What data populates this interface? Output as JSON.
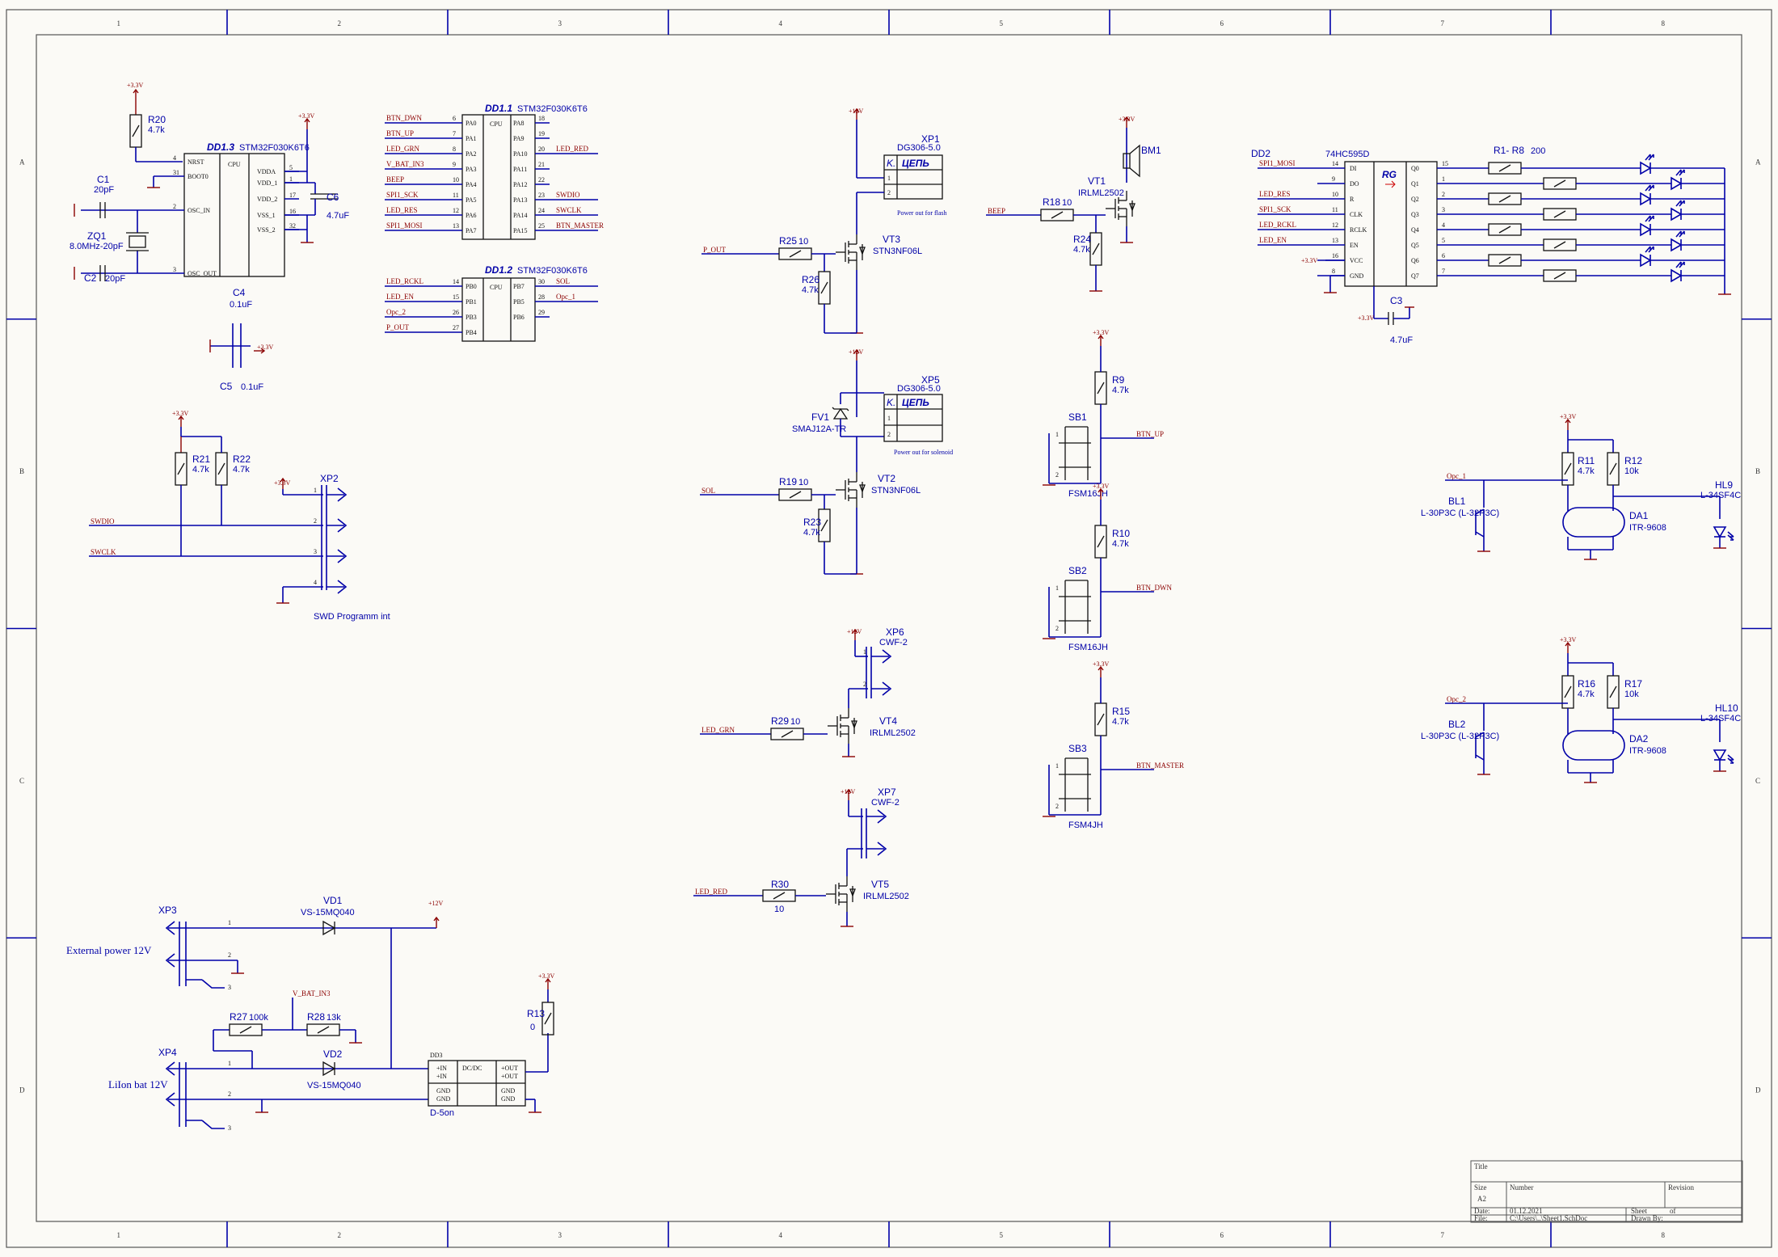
{
  "frame": {
    "columns": [
      "1",
      "2",
      "3",
      "4",
      "5",
      "6",
      "7",
      "8"
    ],
    "rows": [
      "A",
      "B",
      "C",
      "D"
    ]
  },
  "power_labels": {
    "p33": "+3.3V",
    "p12": "+12V"
  },
  "mcu": {
    "dd13": {
      "ref": "DD1.3",
      "part": "STM32F030K6T6",
      "core": "CPU",
      "left_pins": [
        {
          "num": "4",
          "name": "NRST"
        },
        {
          "num": "31",
          "name": "BOOT0"
        },
        {
          "num": "2",
          "name": "OSC_IN"
        },
        {
          "num": "3",
          "name": "OSC_OUT"
        }
      ],
      "right_pins": [
        {
          "num": "5",
          "name": "VDDA"
        },
        {
          "num": "1",
          "name": "VDD_1"
        },
        {
          "num": "17",
          "name": "VDD_2"
        },
        {
          "num": "16",
          "name": "VSS_1"
        },
        {
          "num": "32",
          "name": "VSS_2"
        }
      ]
    },
    "dd11": {
      "ref": "DD1.1",
      "part": "STM32F030K6T6",
      "core": "CPU",
      "left": [
        {
          "net": "BTN_DWN",
          "num": "6",
          "pin": "PA0"
        },
        {
          "net": "BTN_UP",
          "num": "7",
          "pin": "PA1"
        },
        {
          "net": "LED_GRN",
          "num": "8",
          "pin": "PA2"
        },
        {
          "net": "V_BAT_IN3",
          "num": "9",
          "pin": "PA3"
        },
        {
          "net": "BEEP",
          "num": "10",
          "pin": "PA4"
        },
        {
          "net": "SPI1_SCK",
          "num": "11",
          "pin": "PA5"
        },
        {
          "net": "LED_RES",
          "num": "12",
          "pin": "PA6"
        },
        {
          "net": "SPI1_MOSI",
          "num": "13",
          "pin": "PA7"
        }
      ],
      "right": [
        {
          "pin": "PA8",
          "num": "18",
          "net": ""
        },
        {
          "pin": "PA9",
          "num": "19",
          "net": ""
        },
        {
          "pin": "PA10",
          "num": "20",
          "net": "LED_RED"
        },
        {
          "pin": "PA11",
          "num": "21",
          "net": ""
        },
        {
          "pin": "PA12",
          "num": "22",
          "net": ""
        },
        {
          "pin": "PA13",
          "num": "23",
          "net": "SWDIO"
        },
        {
          "pin": "PA14",
          "num": "24",
          "net": "SWCLK"
        },
        {
          "pin": "PA15",
          "num": "25",
          "net": "BTN_MASTER"
        }
      ]
    },
    "dd12": {
      "ref": "DD1.2",
      "part": "STM32F030K6T6",
      "core": "CPU",
      "left": [
        {
          "net": "LED_RCKL",
          "num": "14",
          "pin": "PB0"
        },
        {
          "net": "LED_EN",
          "num": "15",
          "pin": "PB1"
        },
        {
          "net": "Opc_2",
          "num": "26",
          "pin": "PB3"
        },
        {
          "net": "P_OUT",
          "num": "27",
          "pin": "PB4"
        }
      ],
      "right": [
        {
          "pin": "PB7",
          "num": "30",
          "net": "SOL"
        },
        {
          "pin": "PB5",
          "num": "28",
          "net": "Opc_1"
        },
        {
          "pin": "PB6",
          "num": "29",
          "net": ""
        }
      ]
    }
  },
  "passives": {
    "r20": {
      "ref": "R20",
      "val": "4.7k"
    },
    "c1": {
      "ref": "C1",
      "val": "20pF"
    },
    "zq1": {
      "ref": "ZQ1",
      "val": "8.0MHz-20pF"
    },
    "c2": {
      "ref": "C2",
      "val": "20pF"
    },
    "c6": {
      "ref": "C6",
      "val": "4.7uF"
    },
    "c4": {
      "ref": "C4",
      "val": "0.1uF"
    },
    "c5": {
      "ref": "C5",
      "val": "0.1uF"
    },
    "r21": {
      "ref": "R21",
      "val": "4.7k"
    },
    "r22": {
      "ref": "R22",
      "val": "4.7k"
    },
    "r25": {
      "ref": "R25",
      "val": "10"
    },
    "r26": {
      "ref": "R26",
      "val": "4.7k"
    },
    "r19": {
      "ref": "R19",
      "val": "10"
    },
    "r23": {
      "ref": "R23",
      "val": "4.7k"
    },
    "r29": {
      "ref": "R29",
      "val": "10"
    },
    "r30": {
      "ref": "R30",
      "val": "10"
    },
    "r18": {
      "ref": "R18",
      "val": "10"
    },
    "r24": {
      "ref": "R24",
      "val": "4.7k"
    },
    "r9": {
      "ref": "R9",
      "val": "4.7k"
    },
    "r10": {
      "ref": "R10",
      "val": "4.7k"
    },
    "r15": {
      "ref": "R15",
      "val": "4.7k"
    },
    "r1r8": {
      "ref": "R1- R8",
      "val": "200"
    },
    "c3": {
      "ref": "C3",
      "val": "4.7uF"
    },
    "r11": {
      "ref": "R11",
      "val": "4.7k"
    },
    "r12": {
      "ref": "R12",
      "val": "10k"
    },
    "r16": {
      "ref": "R16",
      "val": "4.7k"
    },
    "r17": {
      "ref": "R17",
      "val": "10k"
    },
    "r27": {
      "ref": "R27",
      "val": "100k"
    },
    "r28": {
      "ref": "R28",
      "val": "13k"
    },
    "r13": {
      "ref": "R13",
      "val": "0"
    }
  },
  "connectors": {
    "xp2": {
      "ref": "XP2",
      "caption": "SWD Programm int",
      "nets": [
        "SWDIO",
        "SWCLK"
      ]
    },
    "xp1": {
      "ref": "XP1",
      "part": "DG306-5.0",
      "hdr_k": "K.",
      "hdr_c": "ЦЕПЬ",
      "note": "Power out for flash"
    },
    "xp5": {
      "ref": "XP5",
      "part": "DG306-5.0",
      "hdr_k": "K.",
      "hdr_c": "ЦЕПЬ",
      "note": "Power out for solenoid"
    },
    "xp6": {
      "ref": "XP6",
      "part": "CWF-2"
    },
    "xp7": {
      "ref": "XP7",
      "part": "CWF-2"
    },
    "xp3": {
      "ref": "XP3",
      "caption": "External power 12V"
    },
    "xp4": {
      "ref": "XP4",
      "caption": "LiIon bat 12V"
    }
  },
  "semis": {
    "vt3": {
      "ref": "VT3",
      "part": "STN3NF06L"
    },
    "vt2": {
      "ref": "VT2",
      "part": "STN3NF06L"
    },
    "vt4": {
      "ref": "VT4",
      "part": "IRLML2502"
    },
    "vt5": {
      "ref": "VT5",
      "part": "IRLML2502"
    },
    "vt1": {
      "ref": "VT1",
      "part": "IRLML2502"
    },
    "fv1": {
      "ref": "FV1",
      "part": "SMAJ12A-TR"
    },
    "vd1": {
      "ref": "VD1",
      "part": "VS-15MQ040"
    },
    "vd2": {
      "ref": "VD2",
      "part": "VS-15MQ040"
    },
    "bm1": {
      "ref": "BM1"
    },
    "bl1": {
      "ref": "BL1",
      "part": "L-30P3C (L-32P3C)"
    },
    "bl2": {
      "ref": "BL2",
      "part": "L-30P3C (L-32P3C)"
    },
    "da1": {
      "ref": "DA1",
      "part": "ITR-9608"
    },
    "da2": {
      "ref": "DA2",
      "part": "ITR-9608"
    },
    "hl9": {
      "ref": "HL9",
      "part": "L-34SF4C"
    },
    "hl10": {
      "ref": "HL10",
      "part": "L-34SF4C"
    }
  },
  "switches": {
    "sb1": {
      "ref": "SB1",
      "part": "FSM16JH",
      "net": "BTN_UP"
    },
    "sb2": {
      "ref": "SB2",
      "part": "FSM16JH",
      "net": "BTN_DWN"
    },
    "sb3": {
      "ref": "SB3",
      "part": "FSM4JH",
      "net": "BTN_MASTER"
    }
  },
  "misc_nets": {
    "p_out": "P_OUT",
    "sol": "SOL",
    "led_grn": "LED_GRN",
    "led_red": "LED_RED",
    "beep": "BEEP",
    "opc1": "Opc_1",
    "opc2": "Opc_2",
    "vbat": "V_BAT_IN3"
  },
  "shift_reg": {
    "ref": "DD2",
    "part": "74HC595D",
    "func": "RG",
    "left": [
      {
        "net": "SPI1_MOSI",
        "num": "14",
        "pin": "DI"
      },
      {
        "net": "",
        "num": "9",
        "pin": "DO"
      },
      {
        "net": "LED_RES",
        "num": "10",
        "pin": "R"
      },
      {
        "net": "SPI1_SCK",
        "num": "11",
        "pin": "CLK"
      },
      {
        "net": "LED_RCKL",
        "num": "12",
        "pin": "RCLK"
      },
      {
        "net": "LED_EN",
        "num": "13",
        "pin": "EN"
      },
      {
        "net": "",
        "num": "16",
        "pin": "VCC"
      },
      {
        "net": "",
        "num": "8",
        "pin": "GND"
      }
    ],
    "right": [
      {
        "pin": "Q0",
        "num": "15"
      },
      {
        "pin": "Q1",
        "num": "1"
      },
      {
        "pin": "Q2",
        "num": "2"
      },
      {
        "pin": "Q3",
        "num": "3"
      },
      {
        "pin": "Q4",
        "num": "4"
      },
      {
        "pin": "Q5",
        "num": "5"
      },
      {
        "pin": "Q6",
        "num": "6"
      },
      {
        "pin": "Q7",
        "num": "7"
      }
    ]
  },
  "dcdc": {
    "ref": "DD3",
    "part": "D-5on",
    "core": "DC/DC",
    "in1": "+IN",
    "in2": "+IN",
    "g1": "GND",
    "g2": "GND",
    "out1": "+OUT",
    "out2": "+OUT",
    "g3": "GND",
    "g4": "GND"
  },
  "title_block": {
    "title_label": "Title",
    "size_label": "Size",
    "size": "A2",
    "number_label": "Number",
    "revision_label": "Revision",
    "date_label": "Date:",
    "date": "01.12.2021",
    "sheet_label": "Sheet",
    "of_label": "of",
    "file_label": "File:",
    "file": "C:\\Users\\..\\Sheet1.SchDoc",
    "drawn_label": "Drawn By:"
  }
}
